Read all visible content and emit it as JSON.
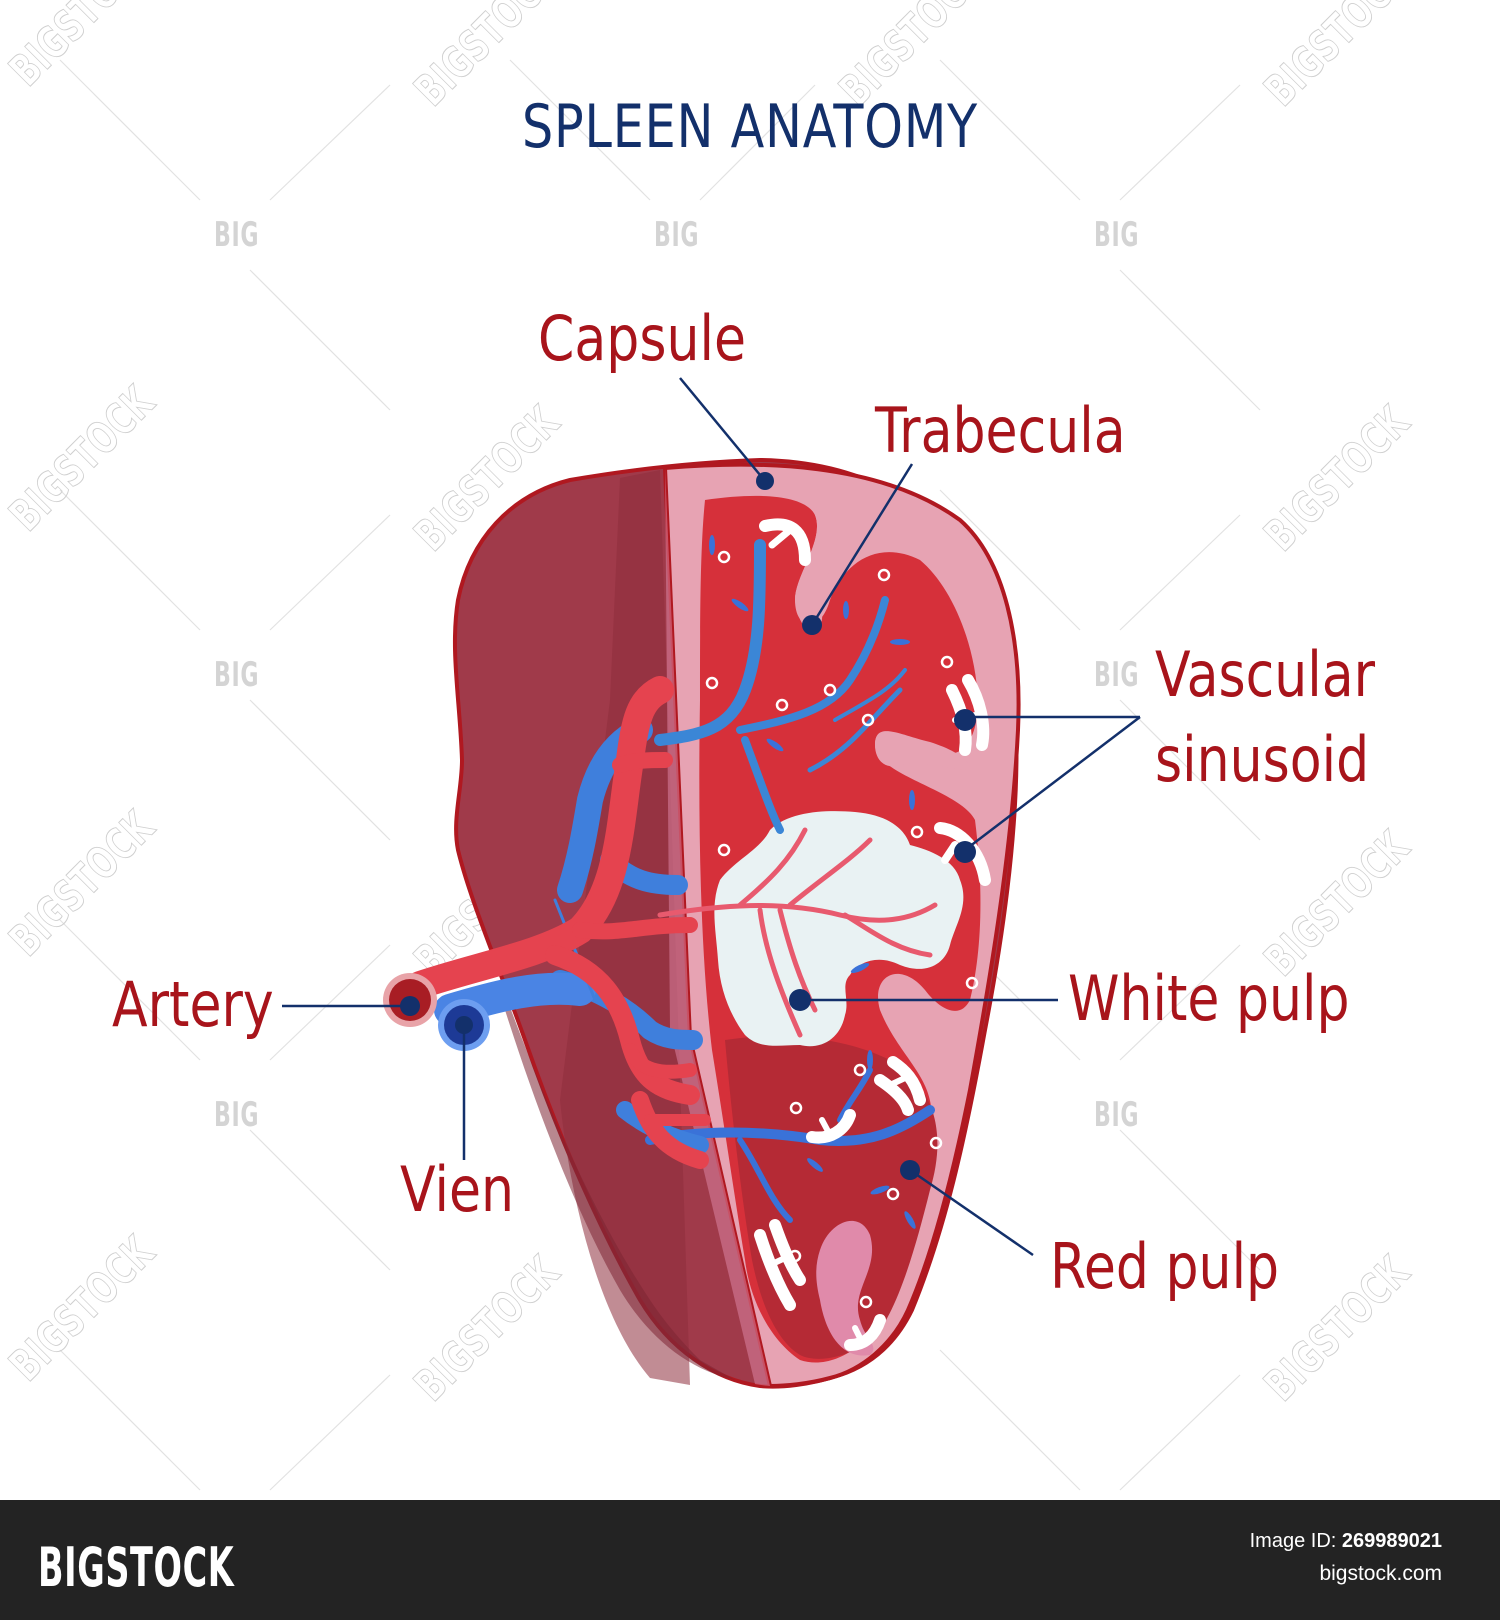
{
  "title": "SPLEEN ANATOMY",
  "labels": {
    "capsule": "Capsule",
    "trabecula": "Trabecula",
    "vascular_sinusoid_line1": "Vascular",
    "vascular_sinusoid_line2": "sinusoid",
    "white_pulp": "White pulp",
    "red_pulp": "Red pulp",
    "artery": "Artery",
    "vein": "Vien"
  },
  "colors": {
    "title": "#13306b",
    "label": "#a8141b",
    "leader_line": "#13306b",
    "spleen_outer": "#a03a4a",
    "spleen_outline": "#b01820",
    "capsule_pink": "#e7a3b3",
    "red_pulp": "#d6303a",
    "white_pulp": "#e9f2f3",
    "artery": "#e5434f",
    "vein": "#3f7fdc",
    "footer_bg": "#232323"
  },
  "watermark": {
    "big": "BIG",
    "stock": "BIGSTOCK"
  },
  "footer": {
    "brand": "BIGSTOCK",
    "image_id_label": "Image ID:",
    "image_id": "269989021",
    "site": "bigstock.com"
  }
}
